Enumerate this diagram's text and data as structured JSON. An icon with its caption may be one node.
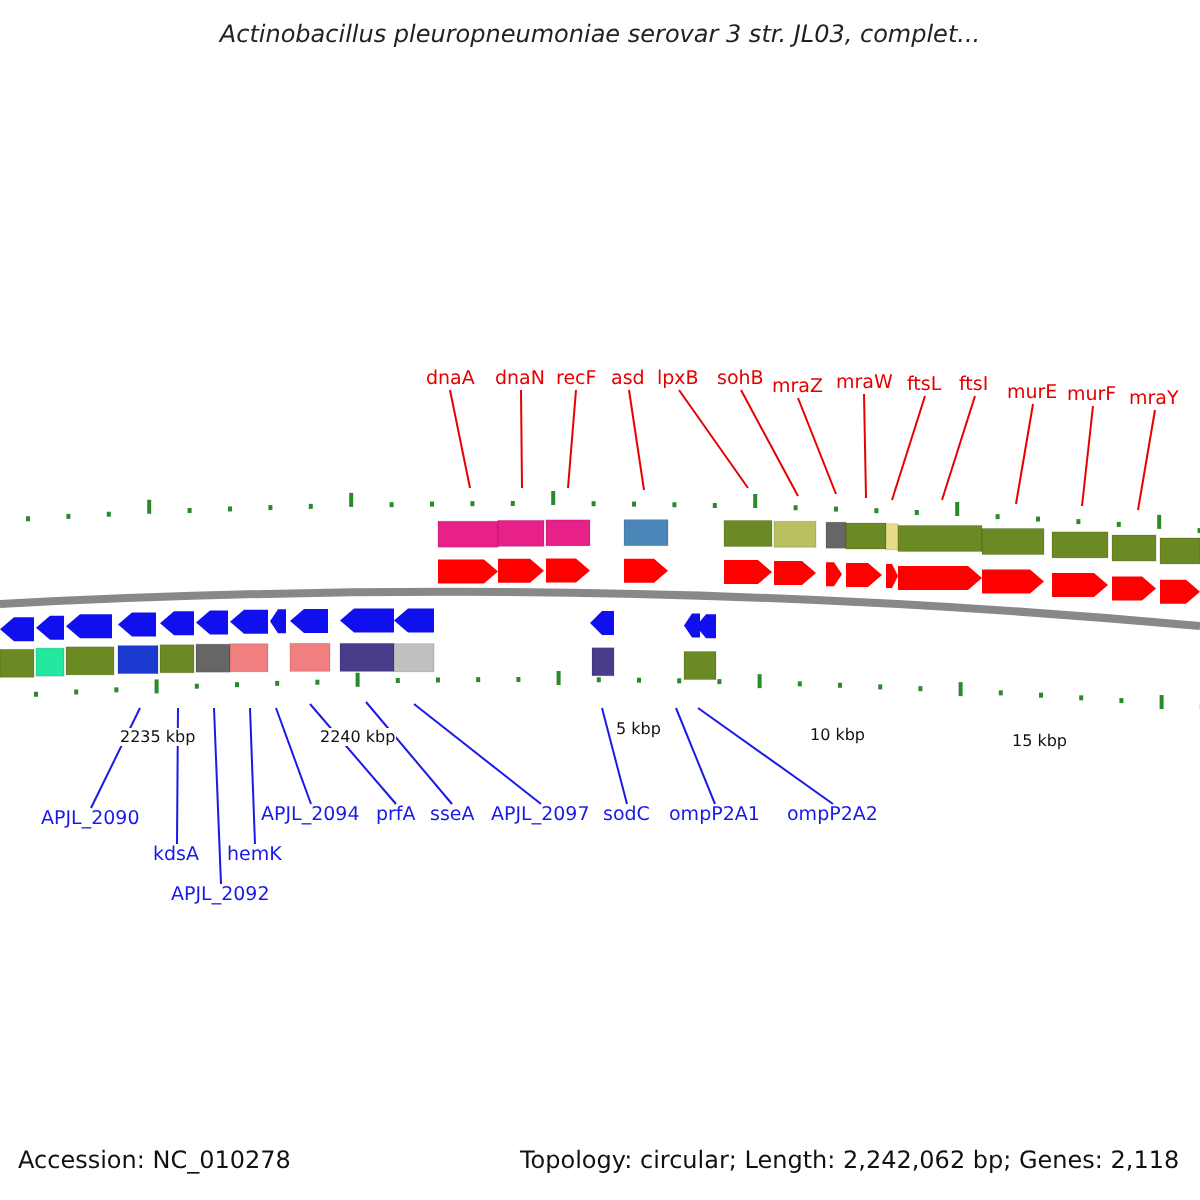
{
  "diagram": {
    "title": "Actinobacillus pleuropneumoniae serovar 3 str. JL03, complet...",
    "nodes": [
      {
        "text": [
          "dnaA"
        ]
      },
      {
        "text": [
          "dnaN"
        ]
      },
      {
        "text": [
          "recF"
        ]
      },
      {
        "text": [
          "asd"
        ]
      },
      {
        "text": [
          "lpxB"
        ]
      },
      {
        "text": [
          "sohB"
        ]
      },
      {
        "text": [
          "mraZ"
        ]
      },
      {
        "text": [
          "mraW"
        ]
      },
      {
        "text": [
          "ftsL"
        ]
      },
      {
        "text": [
          "ftsI"
        ]
      },
      {
        "text": [
          "murE"
        ]
      },
      {
        "text": [
          "murF"
        ]
      },
      {
        "text": [
          "mraY"
        ]
      },
      {
        "text": [
          "APJL_2090"
        ]
      },
      {
        "text": [
          "kdsA"
        ]
      },
      {
        "text": [
          "APJL_2092"
        ]
      },
      {
        "text": [
          "hemK"
        ]
      },
      {
        "text": [
          "APJL_2094"
        ]
      },
      {
        "text": [
          "prfA"
        ]
      },
      {
        "text": [
          "sseA"
        ]
      },
      {
        "text": [
          "APJL_2097"
        ]
      },
      {
        "text": [
          "sodC"
        ]
      },
      {
        "text": [
          "ompP2A1"
        ]
      },
      {
        "text": [
          "ompP2A2"
        ]
      }
    ],
    "edges": [
      {
        "from": 0,
        "to": null,
        "arrow": "none"
      },
      {
        "from": 1,
        "to": null,
        "arrow": "none"
      },
      {
        "from": 2,
        "to": null,
        "arrow": "none"
      },
      {
        "from": 3,
        "to": null,
        "arrow": "none"
      },
      {
        "from": 4,
        "to": null,
        "arrow": "none"
      },
      {
        "from": 5,
        "to": null,
        "arrow": "none"
      },
      {
        "from": 6,
        "to": null,
        "arrow": "none"
      },
      {
        "from": 7,
        "to": null,
        "arrow": "none"
      },
      {
        "from": 8,
        "to": null,
        "arrow": "none"
      },
      {
        "from": 9,
        "to": null,
        "arrow": "none"
      },
      {
        "from": 10,
        "to": null,
        "arrow": "none"
      },
      {
        "from": 11,
        "to": null,
        "arrow": "none"
      },
      {
        "from": 12,
        "to": null,
        "arrow": "none"
      },
      {
        "from": 13,
        "to": null,
        "arrow": "none",
        "color": "#1a1ae8"
      },
      {
        "from": 14,
        "to": null,
        "arrow": "none",
        "color": "#1a1ae8"
      },
      {
        "from": 15,
        "to": null,
        "arrow": "none",
        "color": "#1a1ae8"
      },
      {
        "from": 16,
        "to": null,
        "arrow": "none",
        "color": "#1a1ae8"
      },
      {
        "from": 17,
        "to": null,
        "arrow": "none",
        "color": "#1a1ae8"
      },
      {
        "from": 18,
        "to": null,
        "arrow": "none",
        "color": "#1a1ae8"
      },
      {
        "from": 19,
        "to": null,
        "arrow": "none",
        "color": "#1a1ae8"
      },
      {
        "from": 20,
        "to": null,
        "arrow": "none",
        "color": "#1a1ae8"
      },
      {
        "from": 21,
        "to": null,
        "arrow": "none",
        "color": "#1a1ae8"
      },
      {
        "from": 22,
        "to": null,
        "arrow": "none",
        "color": "#1a1ae8"
      },
      {
        "from": 23,
        "to": null,
        "arrow": "none",
        "color": "#1a1ae8"
      }
    ],
    "labels": [
      "2235 kbp",
      "2240 kbp",
      "5 kbp",
      "10 kbp",
      "15 kbp",
      "Accession: NC_010278",
      "Topology: circular; Length: 2,242,062 bp; Genes: 2,118"
    ]
  }
}
